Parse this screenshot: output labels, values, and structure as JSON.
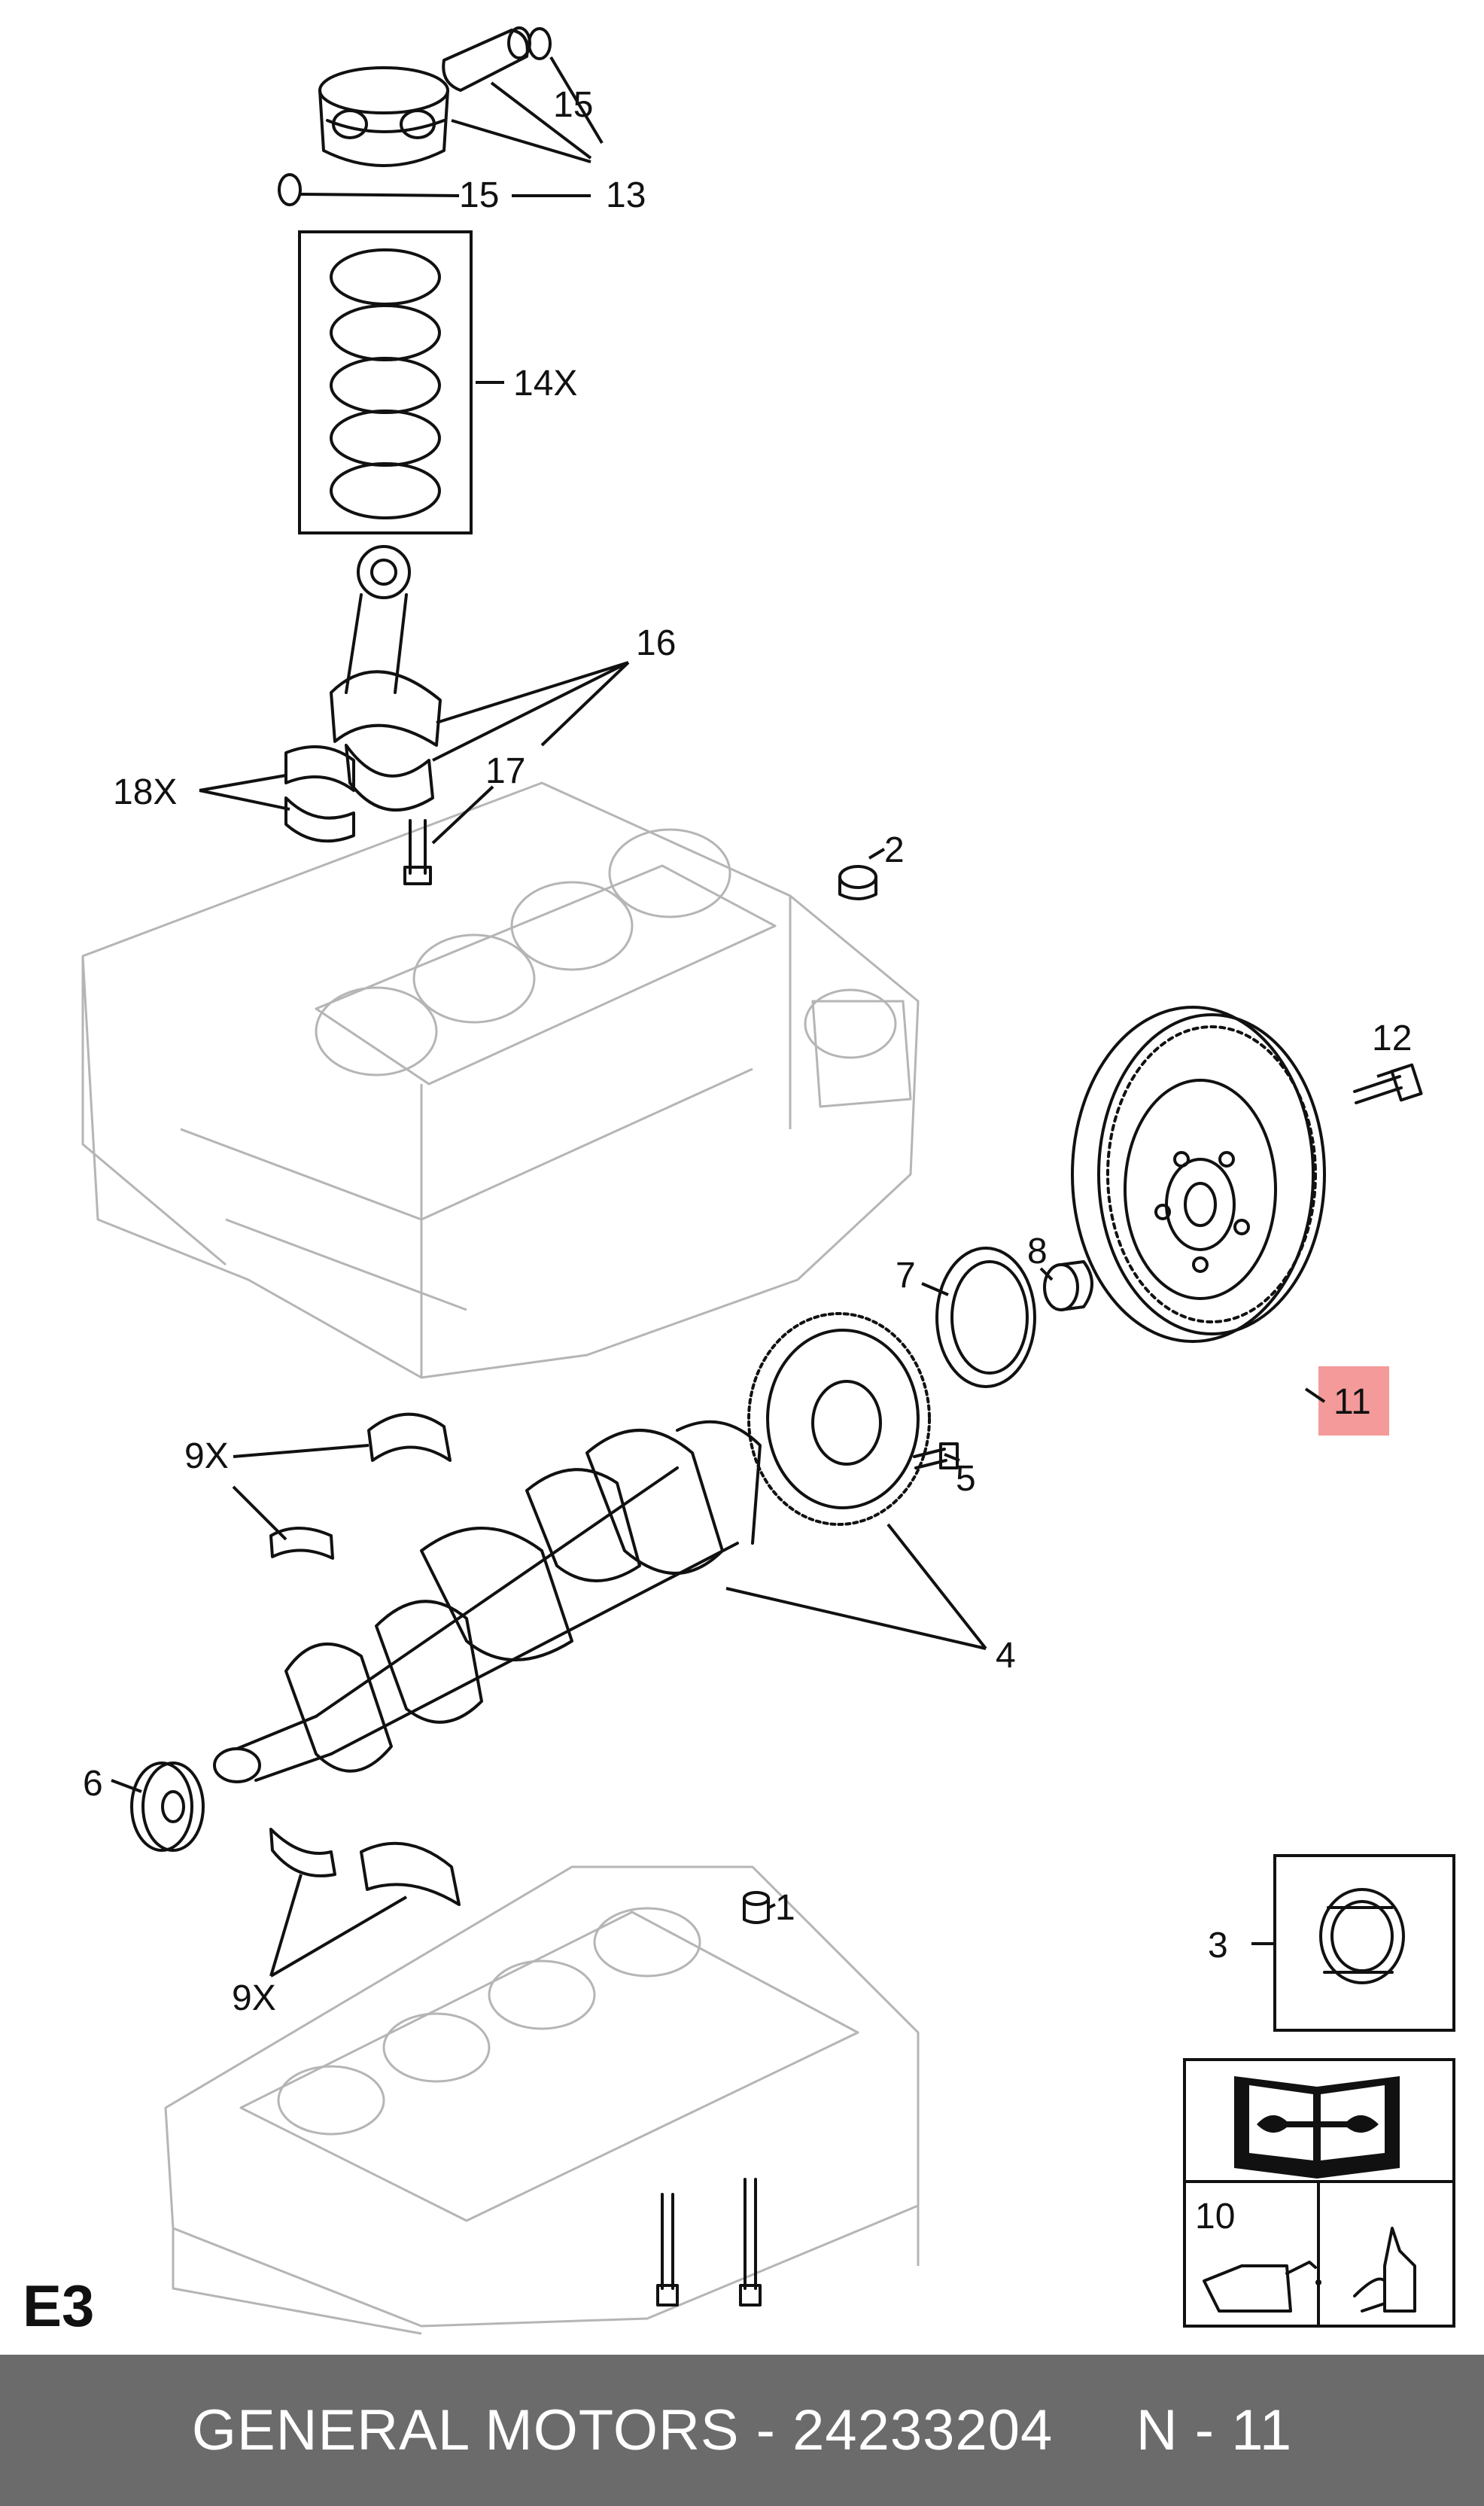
{
  "diagram": {
    "sheet_code": "E3",
    "labels": {
      "l15a": "15",
      "l15b": "15",
      "l13": "13",
      "l14x": "14X",
      "l16": "16",
      "l17": "17",
      "l18x": "18X",
      "l2": "2",
      "l12": "12",
      "l7": "7",
      "l8": "8",
      "l11": "11",
      "l9x_top": "9X",
      "l5": "5",
      "l4": "4",
      "l6": "6",
      "l1": "1",
      "l9x_bottom": "9X",
      "l3": "3",
      "l10": "10"
    },
    "highlight": {
      "part": "11",
      "color": "#f49a9a"
    },
    "icons": [
      "repair-manual-icon",
      "oil-can-icon",
      "sealant-tube-icon"
    ]
  },
  "footer": {
    "text": "GENERAL MOTORS - 24233204     N - 11",
    "background": "#6b6b6b",
    "text_color": "#ffffff"
  }
}
